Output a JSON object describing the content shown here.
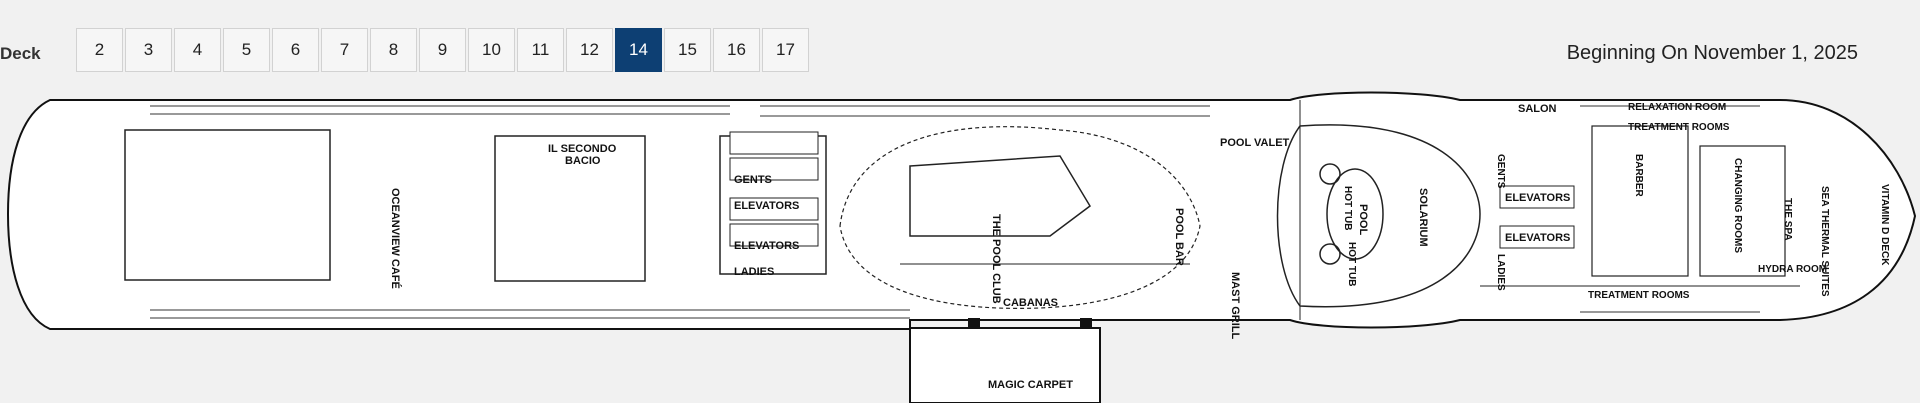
{
  "header": {
    "deck_label": "Deck",
    "tabs": [
      {
        "label": "2"
      },
      {
        "label": "3"
      },
      {
        "label": "4"
      },
      {
        "label": "5"
      },
      {
        "label": "6"
      },
      {
        "label": "7"
      },
      {
        "label": "8"
      },
      {
        "label": "9"
      },
      {
        "label": "10"
      },
      {
        "label": "11"
      },
      {
        "label": "12"
      },
      {
        "label": "14",
        "active": true
      },
      {
        "label": "15"
      },
      {
        "label": "16"
      },
      {
        "label": "17"
      }
    ],
    "date_text": "Beginning On November 1, 2025"
  },
  "plan": {
    "labels": {
      "il_secondo": "IL SECONDO",
      "bacio": "BACIO",
      "oceanview_cafe": "OCEANVIEW CAFÉ",
      "gents": "GENTS",
      "elevators": "ELEVATORS",
      "ladies": "LADIES",
      "the_pool_club": "THE POOL CLUB",
      "pool_bar": "POOL BAR",
      "pool_valet": "POOL VALET",
      "mast_grill": "MAST GRILL",
      "cabanas": "CABANAS",
      "magic_carpet": "MAGIC CARPET",
      "hot_tub": "HOT TUB",
      "pool": "POOL",
      "solarium": "SOLARIUM",
      "salon": "SALON",
      "relaxation_room": "RELAXATION ROOM",
      "treatment_rooms": "TREATMENT ROOMS",
      "barber": "BARBER",
      "changing_rooms": "CHANGING ROOMS",
      "the_spa": "THE SPA",
      "sea_thermal_suites": "SEA THERMAL SUITES",
      "vitamin_d_deck": "VITAMIN D DECK",
      "hydra_room": "HYDRA ROOM"
    }
  }
}
